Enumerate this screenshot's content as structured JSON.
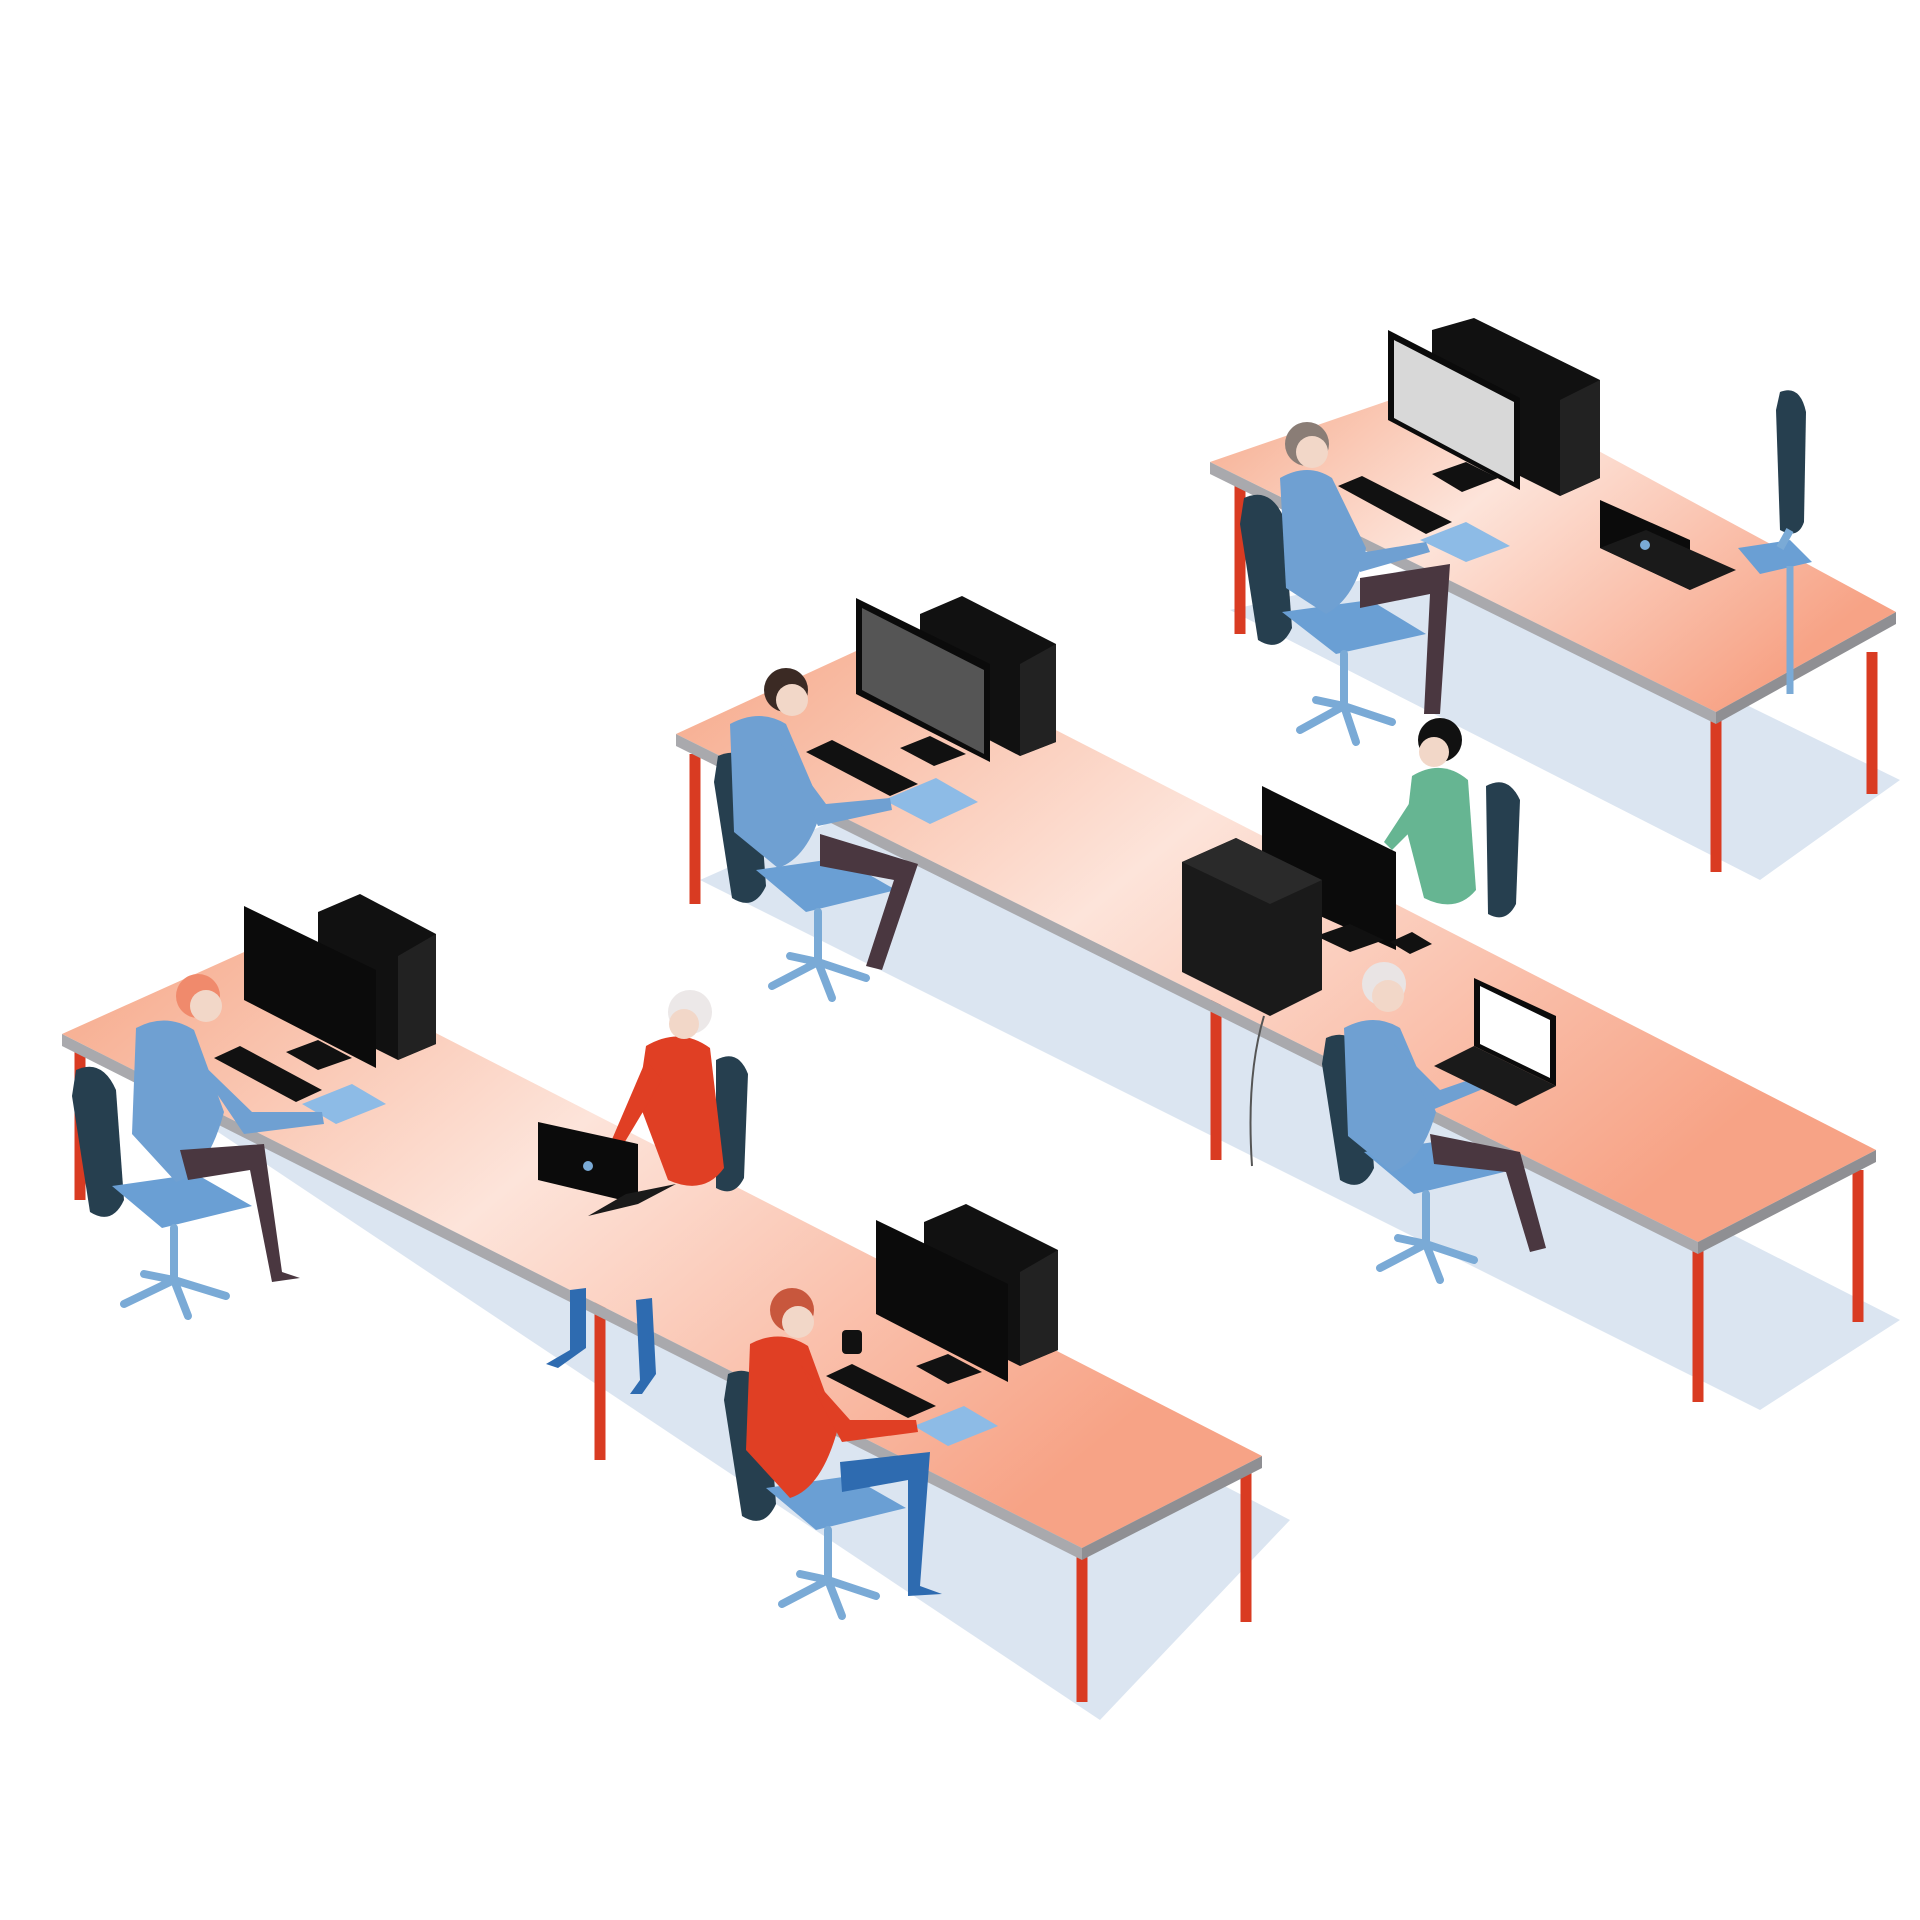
{
  "scene": {
    "kind": "isometric office illustration",
    "background": "#ffffff",
    "palette": {
      "desk_top": "#f6a889",
      "desk_top_light": "#fde3d9",
      "desk_edge": "#a9a9ad",
      "desk_leg": "#d93b22",
      "floor_shadow": "#dbe5f1",
      "chair_seat": "#6a9fd4",
      "chair_back": "#263f4f",
      "chair_base": "#7aaad6",
      "monitor": "#0a0a0a",
      "screen_light": "#d8d8d8",
      "screen_dark": "#555555",
      "laptop_screen": "#ffffff",
      "shirt_blue": "#6fa0d2",
      "shirt_red": "#e03f24",
      "shirt_green": "#66b592",
      "trousers": "#4a3740",
      "skin": "#f2d7c8",
      "mousepad": "#8dbbe6"
    },
    "desks": 3,
    "people": 7,
    "icons": [
      "desktop-monitor-icon",
      "pc-tower-icon",
      "laptop-icon",
      "office-chair-icon",
      "keyboard-icon",
      "coffee-mug-icon"
    ]
  }
}
